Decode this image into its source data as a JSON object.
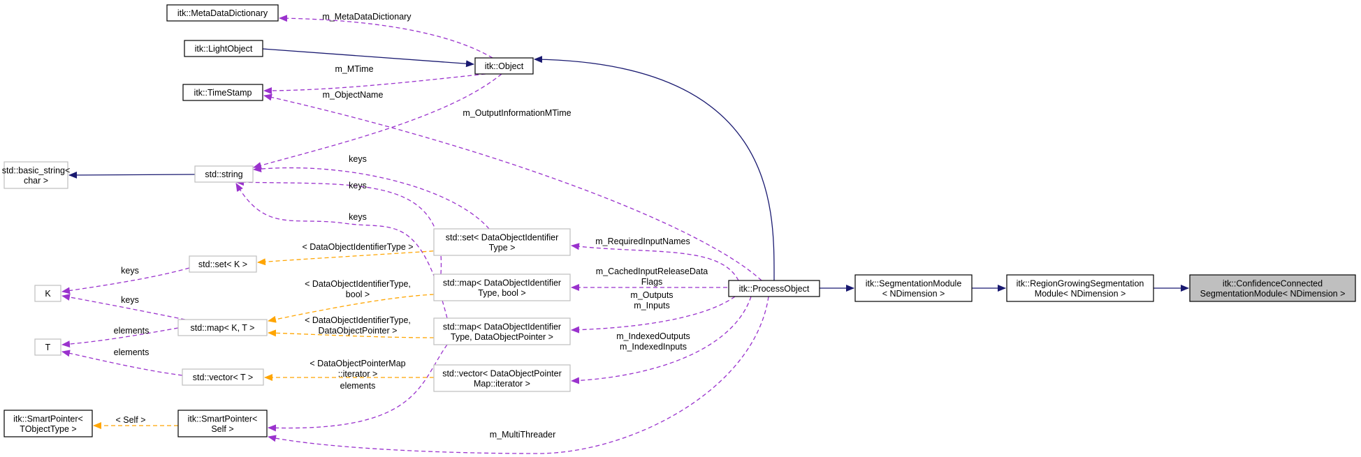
{
  "colors": {
    "inheritance": "#191970",
    "usage": "#9a32cd",
    "template": "#ffa500",
    "node_border_strong": "#000000",
    "node_border_weak": "#bfbfbf",
    "highlight_fill": "#bfbfbf",
    "node_fill": "#ffffff"
  },
  "nodes": [
    {
      "id": "metadict",
      "lines": [
        "itk::MetaDataDictionary"
      ]
    },
    {
      "id": "lightobject",
      "lines": [
        "itk::LightObject"
      ]
    },
    {
      "id": "object",
      "lines": [
        "itk::Object"
      ]
    },
    {
      "id": "timestamp",
      "lines": [
        "itk::TimeStamp"
      ]
    },
    {
      "id": "basicstring",
      "lines": [
        "std::basic_string<",
        "char >"
      ]
    },
    {
      "id": "stdstring",
      "lines": [
        "std::string"
      ]
    },
    {
      "id": "set_doid",
      "lines": [
        "std::set< DataObjectIdentifier",
        "Type >"
      ]
    },
    {
      "id": "set_k",
      "lines": [
        "std::set< K >"
      ]
    },
    {
      "id": "k",
      "lines": [
        "K"
      ]
    },
    {
      "id": "map_doid_bool",
      "lines": [
        "std::map< DataObjectIdentifier",
        "Type, bool >"
      ]
    },
    {
      "id": "map_kt",
      "lines": [
        "std::map< K, T >"
      ]
    },
    {
      "id": "t",
      "lines": [
        "T"
      ]
    },
    {
      "id": "map_doid_ptr",
      "lines": [
        "std::map< DataObjectIdentifier",
        "Type, DataObjectPointer >"
      ]
    },
    {
      "id": "vector_t",
      "lines": [
        "std::vector< T >"
      ]
    },
    {
      "id": "vector_dop",
      "lines": [
        "std::vector< DataObjectPointer",
        "Map::iterator >"
      ]
    },
    {
      "id": "smartptr_t",
      "lines": [
        "itk::SmartPointer<",
        "TObjectType >"
      ]
    },
    {
      "id": "smartptr_self",
      "lines": [
        "itk::SmartPointer<",
        "Self >"
      ]
    },
    {
      "id": "processobject",
      "lines": [
        "itk::ProcessObject"
      ]
    },
    {
      "id": "segmodule",
      "lines": [
        "itk::SegmentationModule",
        "< NDimension >"
      ]
    },
    {
      "id": "regiongrowing",
      "lines": [
        "itk::RegionGrowingSegmentation",
        "Module< NDimension >"
      ]
    },
    {
      "id": "confidence",
      "lines": [
        "itk::ConfidenceConnected",
        "SegmentationModule< NDimension >"
      ]
    }
  ],
  "edges": [
    {
      "id": "e1",
      "kind": "inheritance",
      "from": "regiongrowing",
      "to": "confidence"
    },
    {
      "id": "e2",
      "kind": "inheritance",
      "from": "segmodule",
      "to": "regiongrowing"
    },
    {
      "id": "e3",
      "kind": "inheritance",
      "from": "processobject",
      "to": "segmodule"
    },
    {
      "id": "e4",
      "kind": "inheritance",
      "from": "object",
      "to": "processobject"
    },
    {
      "id": "e5",
      "kind": "inheritance",
      "from": "lightobject",
      "to": "object"
    },
    {
      "id": "e6",
      "kind": "inheritance",
      "from": "basicstring",
      "to": "stdstring"
    },
    {
      "id": "e7",
      "kind": "usage",
      "from": "metadict",
      "to": "object",
      "label": [
        "m_MetaDataDictionary"
      ]
    },
    {
      "id": "e8",
      "kind": "usage",
      "from": "timestamp",
      "to": "object",
      "label": [
        "m_MTime"
      ]
    },
    {
      "id": "e9",
      "kind": "usage",
      "from": "stdstring",
      "to": "object",
      "label": [
        "m_ObjectName"
      ]
    },
    {
      "id": "e10",
      "kind": "usage",
      "from": "timestamp",
      "to": "processobject",
      "label": [
        "m_OutputInformationMTime"
      ]
    },
    {
      "id": "e11",
      "kind": "usage",
      "from": "stdstring",
      "to": "set_doid",
      "label": [
        "keys"
      ]
    },
    {
      "id": "e12",
      "kind": "usage",
      "from": "stdstring",
      "to": "map_doid_bool",
      "label": [
        "keys"
      ]
    },
    {
      "id": "e13",
      "kind": "usage",
      "from": "stdstring",
      "to": "map_doid_ptr",
      "label": [
        "keys"
      ]
    },
    {
      "id": "e14",
      "kind": "usage",
      "from": "set_doid",
      "to": "processobject",
      "label": [
        "m_RequiredInputNames"
      ]
    },
    {
      "id": "e15",
      "kind": "usage",
      "from": "map_doid_bool",
      "to": "processobject",
      "label": [
        "m_CachedInputReleaseData",
        "Flags"
      ]
    },
    {
      "id": "e16",
      "kind": "usage",
      "from": "map_doid_ptr",
      "to": "processobject",
      "label": [
        "m_Outputs",
        "m_Inputs"
      ]
    },
    {
      "id": "e17",
      "kind": "usage",
      "from": "vector_dop",
      "to": "processobject",
      "label": [
        "m_IndexedOutputs",
        "m_IndexedInputs"
      ]
    },
    {
      "id": "e18",
      "kind": "usage",
      "from": "smartptr_self",
      "to": "processobject",
      "label": [
        "m_MultiThreader"
      ]
    },
    {
      "id": "e19",
      "kind": "usage",
      "from": "smartptr_self",
      "to": "map_doid_ptr",
      "label": [
        "elements"
      ]
    },
    {
      "id": "e20",
      "kind": "usage",
      "from": "k",
      "to": "set_k",
      "label": [
        "keys"
      ]
    },
    {
      "id": "e21",
      "kind": "usage",
      "from": "k",
      "to": "map_kt",
      "label": [
        "keys"
      ]
    },
    {
      "id": "e22",
      "kind": "usage",
      "from": "t",
      "to": "map_kt",
      "label": [
        "elements"
      ]
    },
    {
      "id": "e23",
      "kind": "usage",
      "from": "t",
      "to": "vector_t",
      "label": [
        "elements"
      ]
    },
    {
      "id": "e24",
      "kind": "template",
      "from": "set_k",
      "to": "set_doid",
      "label": [
        "< DataObjectIdentifierType >"
      ]
    },
    {
      "id": "e25",
      "kind": "template",
      "from": "map_kt",
      "to": "map_doid_bool",
      "label": [
        "< DataObjectIdentifierType,",
        "bool >"
      ]
    },
    {
      "id": "e26",
      "kind": "template",
      "from": "map_kt",
      "to": "map_doid_ptr",
      "label": [
        "< DataObjectIdentifierType,",
        "DataObjectPointer >"
      ]
    },
    {
      "id": "e27",
      "kind": "template",
      "from": "vector_t",
      "to": "vector_dop",
      "label": [
        "< DataObjectPointerMap",
        "::iterator >"
      ]
    },
    {
      "id": "e28",
      "kind": "template",
      "from": "smartptr_t",
      "to": "smartptr_self",
      "label": [
        "< Self >"
      ]
    }
  ]
}
